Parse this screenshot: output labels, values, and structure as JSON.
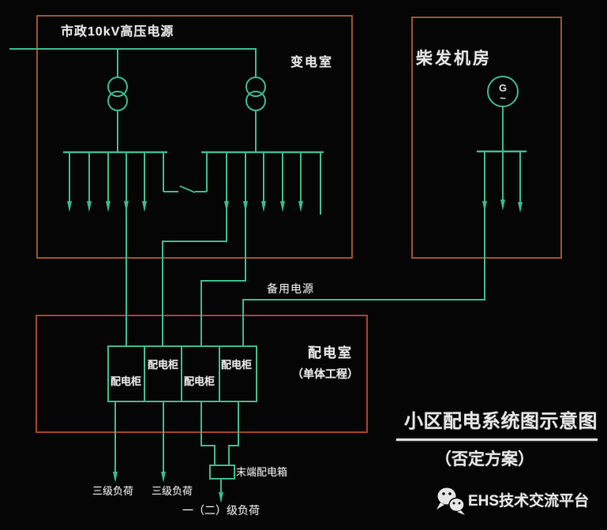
{
  "labels": {
    "source": "市政10kV高压电源",
    "substation": "变电室",
    "generator_room": "柴发机房",
    "generator_symbol_letter": "G",
    "generator_symbol_wave": "~",
    "backup_power": "备用电源",
    "distribution_room": "配电室",
    "distribution_room_note": "（单体工程）",
    "cabinets": [
      "配电柜",
      "配电柜",
      "配电柜",
      "配电柜"
    ],
    "end_distribution_box": "末端配电箱",
    "tertiary_load_1": "三级负荷",
    "tertiary_load_2": "三级负荷",
    "primary_secondary_load": "一（二）级负荷"
  },
  "title": {
    "main": "小区配电系统图示意图",
    "subtitle": "（否定方案）"
  },
  "footer": {
    "platform_name": "EHS技术交流平台"
  },
  "colors": {
    "background": "#050505",
    "line_green": "#3cb98c",
    "room_frame_orange": "#9c532f",
    "distribution_frame_red": "#a4432e",
    "text_white": "#e6e6e6"
  }
}
